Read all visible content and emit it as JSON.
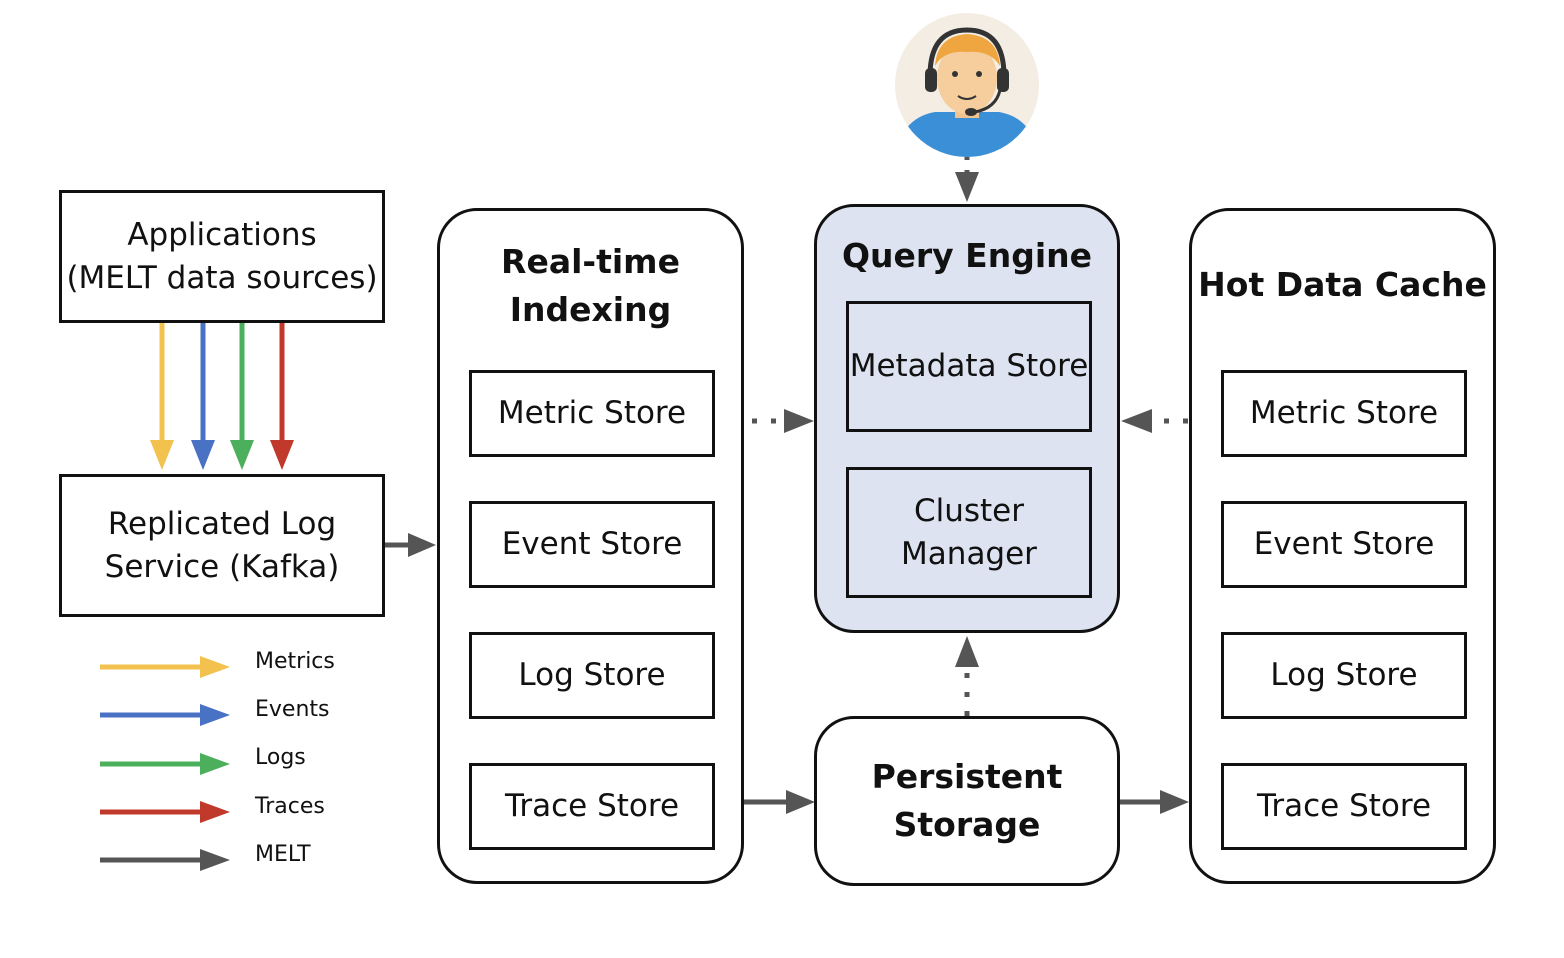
{
  "colors": {
    "metrics": "#f2c14e",
    "events": "#4a72c4",
    "logs": "#4caf5b",
    "traces": "#c0392b",
    "melt": "#555555",
    "query_engine_fill": "#dde3f0"
  },
  "avatar": {
    "icon": "support-agent-headset-icon"
  },
  "applications": {
    "label": "Applications\n(MELT data sources)"
  },
  "kafka": {
    "label": "Replicated Log\nService (Kafka)"
  },
  "realtime": {
    "title": "Real-time\nIndexing",
    "stores": [
      "Metric Store",
      "Event Store",
      "Log Store",
      "Trace Store"
    ]
  },
  "query_engine": {
    "title": "Query Engine",
    "metadata_store": "Metadata Store",
    "cluster_manager": "Cluster\nManager"
  },
  "persistent_storage": {
    "label": "Persistent\nStorage"
  },
  "hot_cache": {
    "title": "Hot Data Cache",
    "stores": [
      "Metric Store",
      "Event Store",
      "Log Store",
      "Trace Store"
    ]
  },
  "legend": {
    "items": [
      {
        "label": "Metrics",
        "color": "#f2c14e"
      },
      {
        "label": "Events",
        "color": "#4a72c4"
      },
      {
        "label": "Logs",
        "color": "#4caf5b"
      },
      {
        "label": "Traces",
        "color": "#c0392b"
      },
      {
        "label": "MELT",
        "color": "#555555"
      }
    ]
  }
}
